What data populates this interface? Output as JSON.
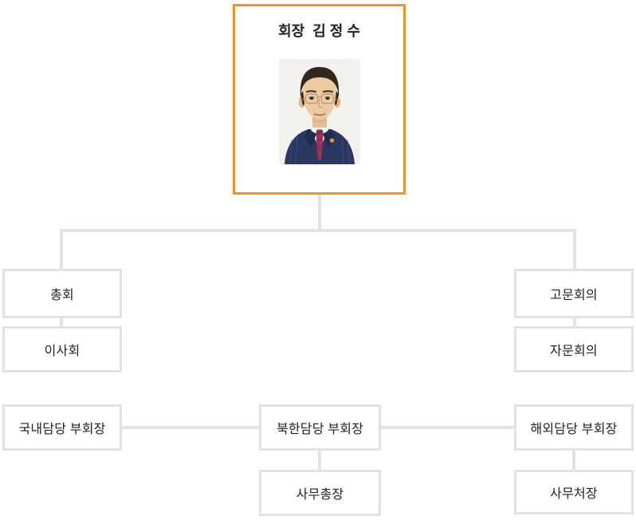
{
  "org_chart": {
    "colors": {
      "accent_orange": "#ee9428",
      "line_gray": "#e2e2e2",
      "text_dark": "#222222",
      "node_bg": "#ffffff"
    },
    "chairman": {
      "title": "회장  김 정 수"
    },
    "left_column": [
      {
        "label": "총회"
      },
      {
        "label": "이사회"
      }
    ],
    "right_column": [
      {
        "label": "고문회의"
      },
      {
        "label": "자문회의"
      }
    ],
    "vice_chair_row": [
      {
        "label": "국내담당 부회장"
      },
      {
        "label": "북한담당 부회장"
      },
      {
        "label": "해외담당 부회장"
      }
    ],
    "secretariat_row": [
      {
        "label": "사무총장"
      },
      {
        "label": "사무처장"
      }
    ]
  }
}
